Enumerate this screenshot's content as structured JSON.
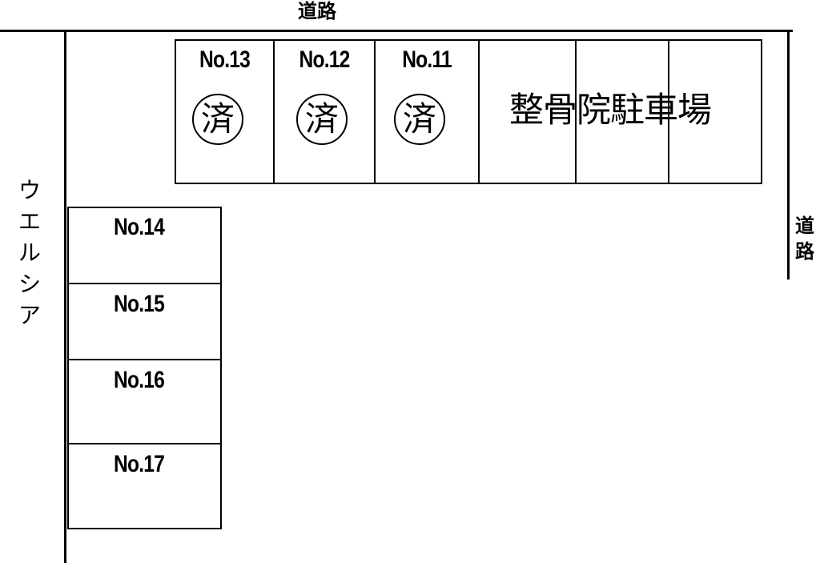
{
  "roads": {
    "top_label": "道路",
    "right_label_chars": [
      "道",
      "路"
    ]
  },
  "neighbor": {
    "name_chars": [
      "ウ",
      "エ",
      "ル",
      "シ",
      "ア"
    ]
  },
  "clinic_lot": {
    "name": "整骨院駐車場"
  },
  "spots_top": [
    {
      "label": "No.13",
      "status": "済"
    },
    {
      "label": "No.12",
      "status": "済"
    },
    {
      "label": "No.11",
      "status": "済"
    }
  ],
  "spots_left": [
    {
      "label": "No.14"
    },
    {
      "label": "No.15"
    },
    {
      "label": "No.16"
    },
    {
      "label": "No.17"
    }
  ]
}
